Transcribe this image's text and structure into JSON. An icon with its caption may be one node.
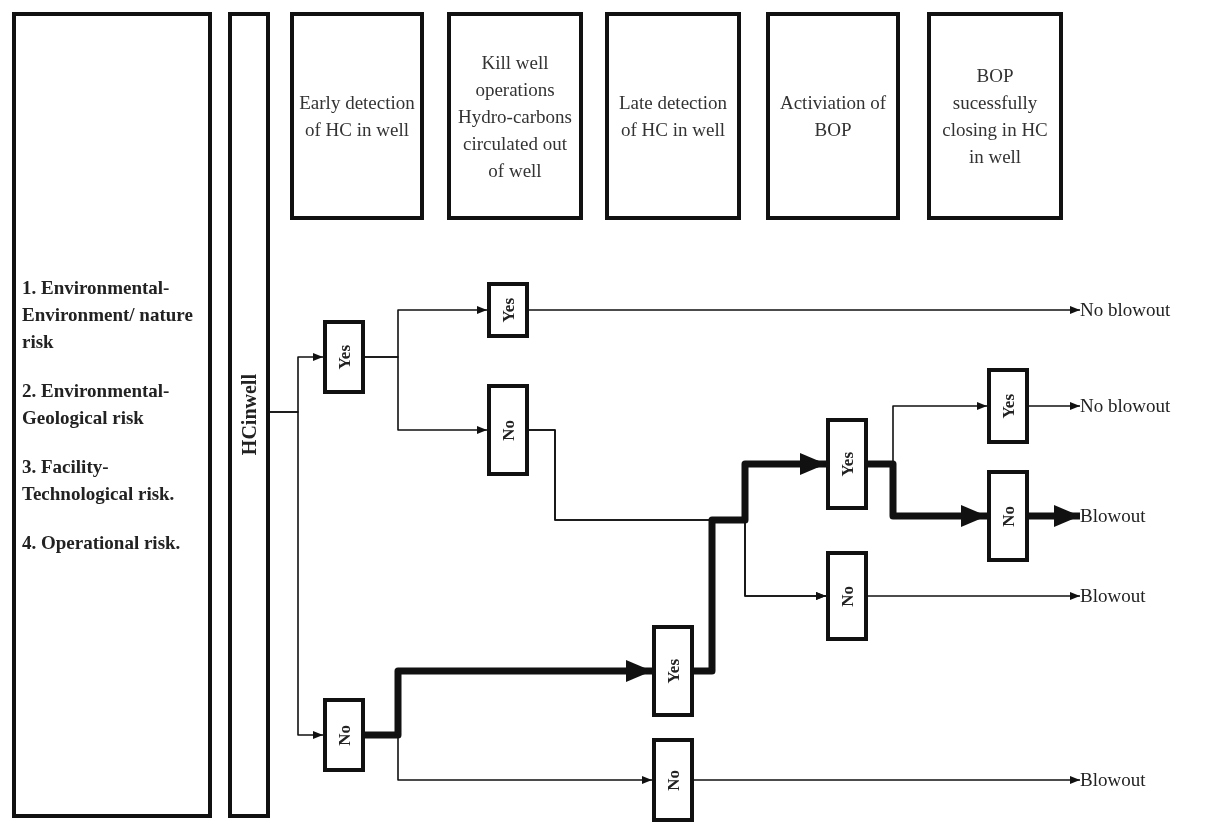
{
  "diagram": {
    "nodes": [
      {
        "text": [
          "1. Environmental-Environment/ nature risk",
          "2. Environmental-Geological risk",
          "3. Facility-Technological risk.",
          "4. Operational risk."
        ]
      },
      {
        "text": [
          "HCinwell"
        ]
      },
      {
        "text": [
          "Early detection of HC in well"
        ]
      },
      {
        "text": [
          "Kill well operations Hydro-carbons circulated out of well"
        ]
      },
      {
        "text": [
          "Late detection of HC in well"
        ]
      },
      {
        "text": [
          "Activiation of BOP"
        ]
      },
      {
        "text": [
          "BOP sucessfully closing in HC in well"
        ]
      },
      {
        "text": [
          "Yes"
        ]
      },
      {
        "text": [
          "No"
        ]
      },
      {
        "text": [
          "Yes"
        ]
      },
      {
        "text": [
          "No"
        ]
      },
      {
        "text": [
          "Yes"
        ]
      },
      {
        "text": [
          "No"
        ]
      },
      {
        "text": [
          "Yes"
        ]
      },
      {
        "text": [
          "No"
        ]
      },
      {
        "text": [
          "Yes"
        ]
      },
      {
        "text": [
          "No"
        ]
      },
      {
        "text": [
          "No blowout"
        ]
      },
      {
        "text": [
          "No blowout"
        ]
      },
      {
        "text": [
          "Blowout"
        ]
      },
      {
        "text": [
          "Blowout"
        ]
      },
      {
        "text": [
          "Blowout"
        ]
      }
    ],
    "edges": [
      {
        "from": 1,
        "to": 7,
        "arrow": "to"
      },
      {
        "from": 1,
        "to": 8,
        "arrow": "to"
      },
      {
        "from": 7,
        "to": 9,
        "arrow": "to"
      },
      {
        "from": 7,
        "to": 10,
        "arrow": "to"
      },
      {
        "from": 9,
        "to": 17,
        "arrow": "to"
      },
      {
        "from": 10,
        "to": 13,
        "arrow": "to"
      },
      {
        "from": 10,
        "to": 14,
        "arrow": "to"
      },
      {
        "from": 8,
        "to": 11,
        "arrow": "to",
        "style": "thick"
      },
      {
        "from": 8,
        "to": 12,
        "arrow": "to"
      },
      {
        "from": 11,
        "to": 13,
        "arrow": "to",
        "style": "thick"
      },
      {
        "from": 11,
        "to": 14,
        "arrow": "to"
      },
      {
        "from": 13,
        "to": 15,
        "arrow": "to"
      },
      {
        "from": 13,
        "to": 16,
        "arrow": "to",
        "style": "thick"
      },
      {
        "from": 15,
        "to": 18,
        "arrow": "to"
      },
      {
        "from": 16,
        "to": 19,
        "arrow": "to",
        "style": "thick"
      },
      {
        "from": 14,
        "to": 20,
        "arrow": "to"
      },
      {
        "from": 12,
        "to": 21,
        "arrow": "to"
      }
    ]
  }
}
